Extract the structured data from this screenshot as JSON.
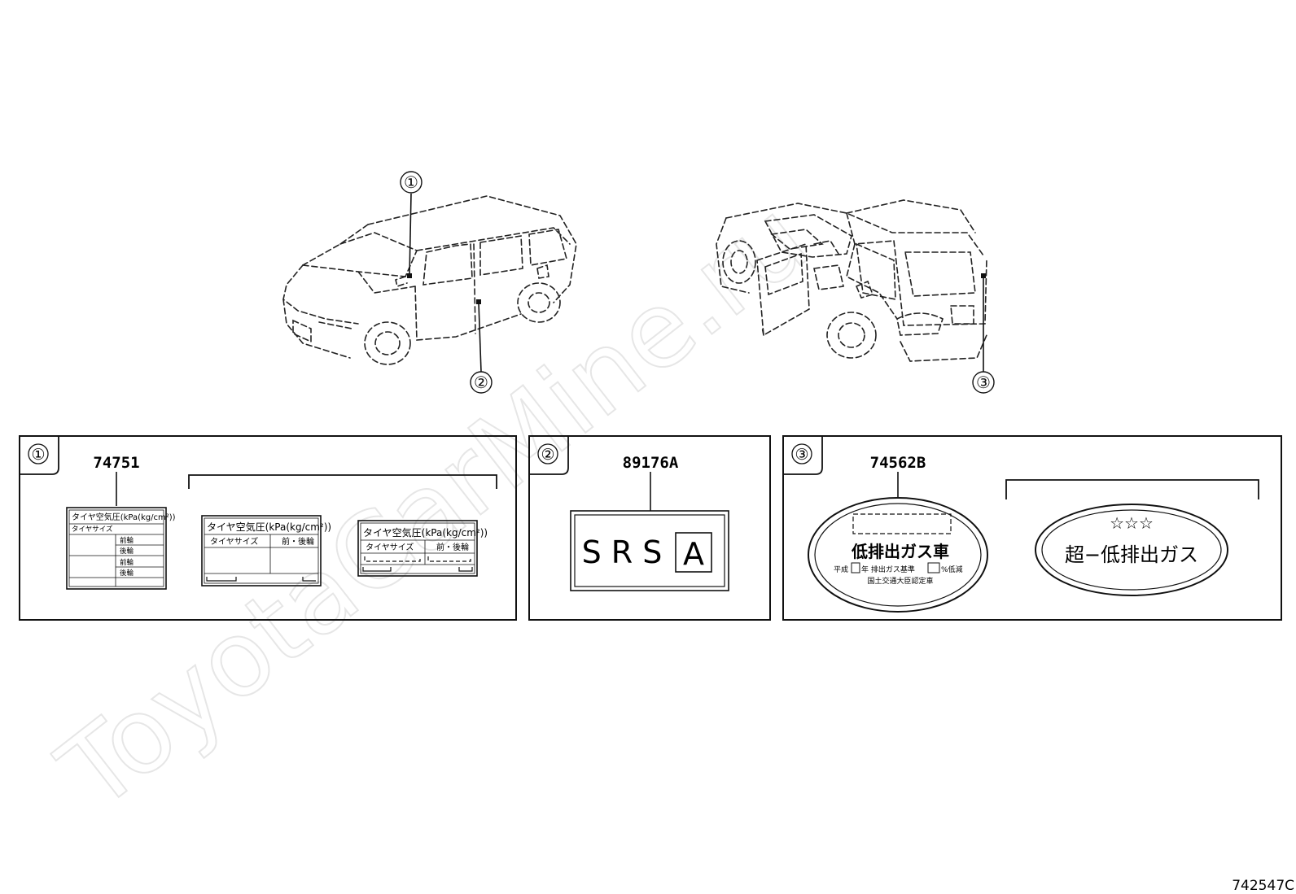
{
  "callouts": [
    "①",
    "②",
    "③"
  ],
  "panels": [
    {
      "num": "①",
      "part": "74751"
    },
    {
      "num": "②",
      "part": "89176A"
    },
    {
      "num": "③",
      "part": "74562B"
    }
  ],
  "tire_label_1": {
    "title": "タイヤ空気圧(kPa(kg/cm²))",
    "size_label": "タイヤサイズ",
    "front": "前輪",
    "rear": "後輪"
  },
  "tire_label_2": {
    "title": "タイヤ空気圧(kPa(kg/cm²))",
    "size_label": "タイヤサイズ",
    "front_rear": "前・後輪"
  },
  "tire_label_3": {
    "title": "タイヤ空気圧(kPa(kg/cm²))",
    "size_label": "タイヤサイズ",
    "front_rear": "前・後輪"
  },
  "srs_label": {
    "letters": "SRS",
    "box_letter": "A"
  },
  "emission_label_1": {
    "main": "低排出ガス車",
    "line1a": "平成",
    "line1b": "年 排出ガス基準",
    "line1c": "%低減",
    "line2": "国土交通大臣認定車"
  },
  "emission_label_2": {
    "stars": "☆☆☆",
    "main": "超−低排出ガス"
  },
  "watermark": "ToyotaCarMine.ru",
  "figure_code": "742547C"
}
